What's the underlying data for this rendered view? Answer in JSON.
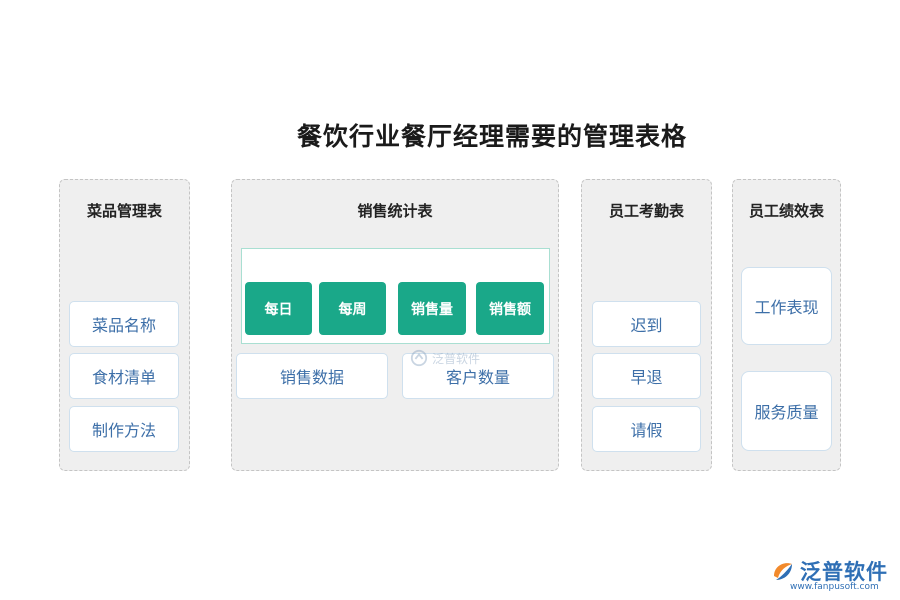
{
  "title": "餐饮行业餐厅经理需要的管理表格",
  "panels": [
    {
      "title": "菜品管理表",
      "items": [
        "菜品名称",
        "食材清单",
        "制作方法"
      ]
    },
    {
      "title": "销售统计表",
      "periods": [
        "每日",
        "每周",
        "销售量",
        "销售额"
      ],
      "items": [
        "销售数据",
        "客户数量"
      ]
    },
    {
      "title": "员工考勤表",
      "items": [
        "迟到",
        "早退",
        "请假"
      ]
    },
    {
      "title": "员工绩效表",
      "items": [
        "工作表现",
        "服务质量"
      ]
    }
  ],
  "watermark": "泛普软件",
  "logo": {
    "name": "泛普软件",
    "url": "www.fanpusoft.com"
  },
  "colors": {
    "accent_green": "#1aa889",
    "item_text": "#3d6fa8",
    "panel_bg": "#efefef",
    "brand": "#2f6fb5"
  }
}
